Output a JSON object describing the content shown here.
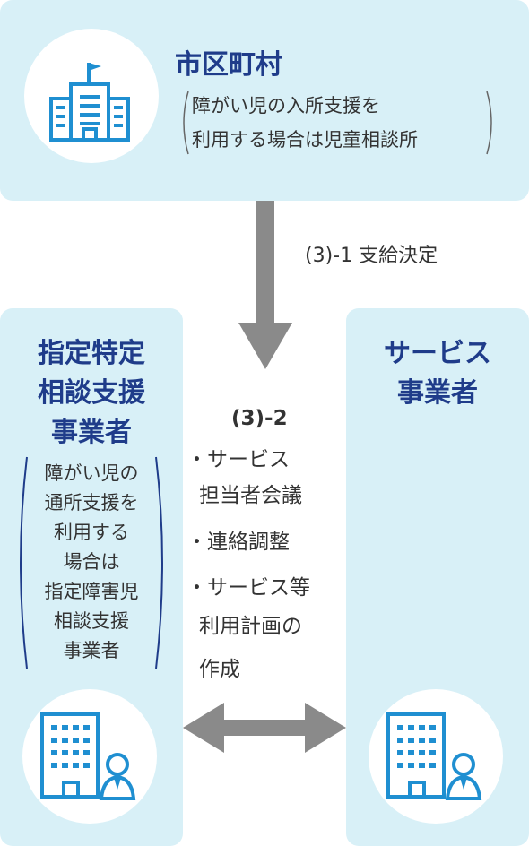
{
  "municipality": {
    "title": "市区町村",
    "note_lines": [
      "障がい児の入所支援を",
      "利用する場合は児童相談所"
    ],
    "icon": "building-with-flag-icon"
  },
  "left_org": {
    "title_lines": [
      "指定特定",
      "相談支援",
      "事業者"
    ],
    "note_lines": [
      "障がい児の",
      "通所支援を",
      "利用する",
      "場合は",
      "指定障害児",
      "相談支援",
      "事業者"
    ],
    "icon": "office-building-person-icon"
  },
  "right_org": {
    "title_lines": [
      "サービス",
      "事業者"
    ],
    "icon": "office-building-person-icon"
  },
  "down_arrow": {
    "label": "(3)-1 支給決定"
  },
  "exchange": {
    "heading": "(3)-2",
    "lines": [
      "・サービス",
      "担当者会議",
      "・連絡調整",
      "・サービス等",
      "利用計画の",
      "作成"
    ]
  },
  "colors": {
    "box_bg": "#d8f0f7",
    "accent": "#1f3c8a",
    "icon_blue": "#1f8fd1",
    "arrow": "#8a8a8a"
  }
}
